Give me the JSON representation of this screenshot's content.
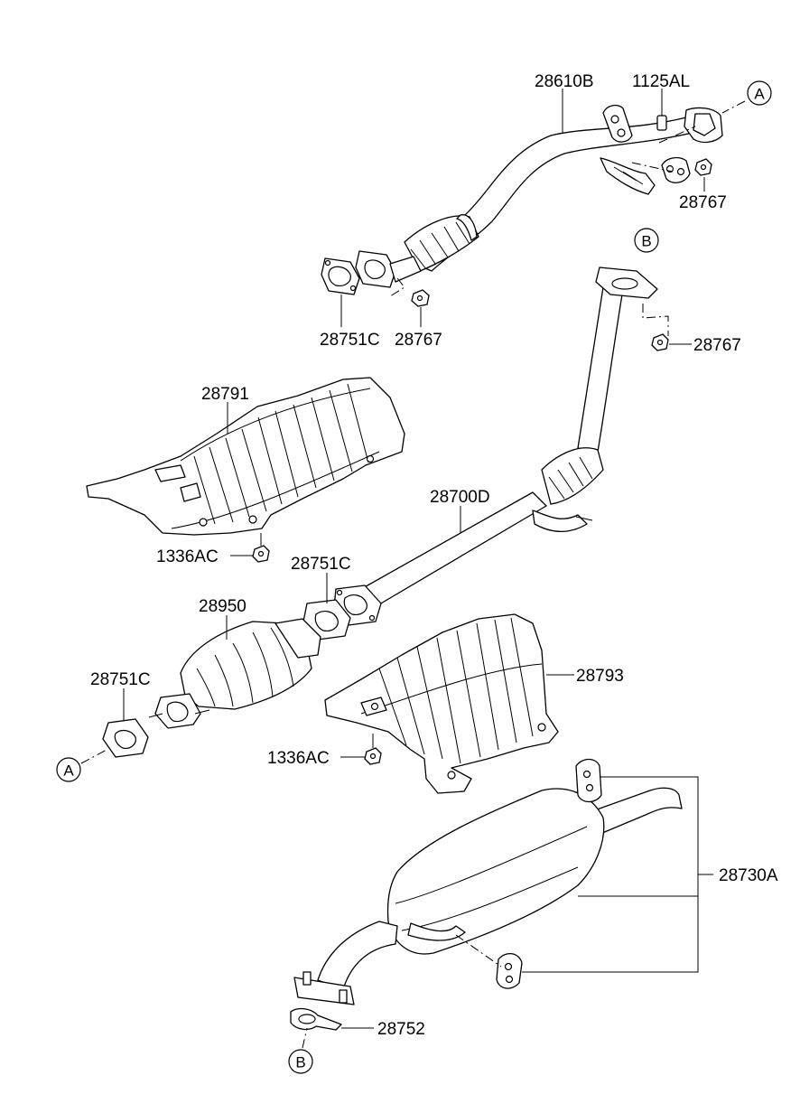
{
  "labels": {
    "p28610B": "28610B",
    "p1125AL": "1125AL",
    "p28767_top": "28767",
    "p28751C_top": "28751C",
    "p28767_mid": "28767",
    "p28767_right": "28767",
    "p28791": "28791",
    "p28700D": "28700D",
    "p1336AC_upper": "1336AC",
    "p28751C_mid": "28751C",
    "p28950": "28950",
    "p28751C_left": "28751C",
    "p28793": "28793",
    "p1336AC_lower": "1336AC",
    "p28730A": "28730A",
    "p28752": "28752"
  },
  "refs": {
    "a_top": "A",
    "b_top": "B",
    "a_bottom": "A",
    "b_bottom": "B"
  }
}
